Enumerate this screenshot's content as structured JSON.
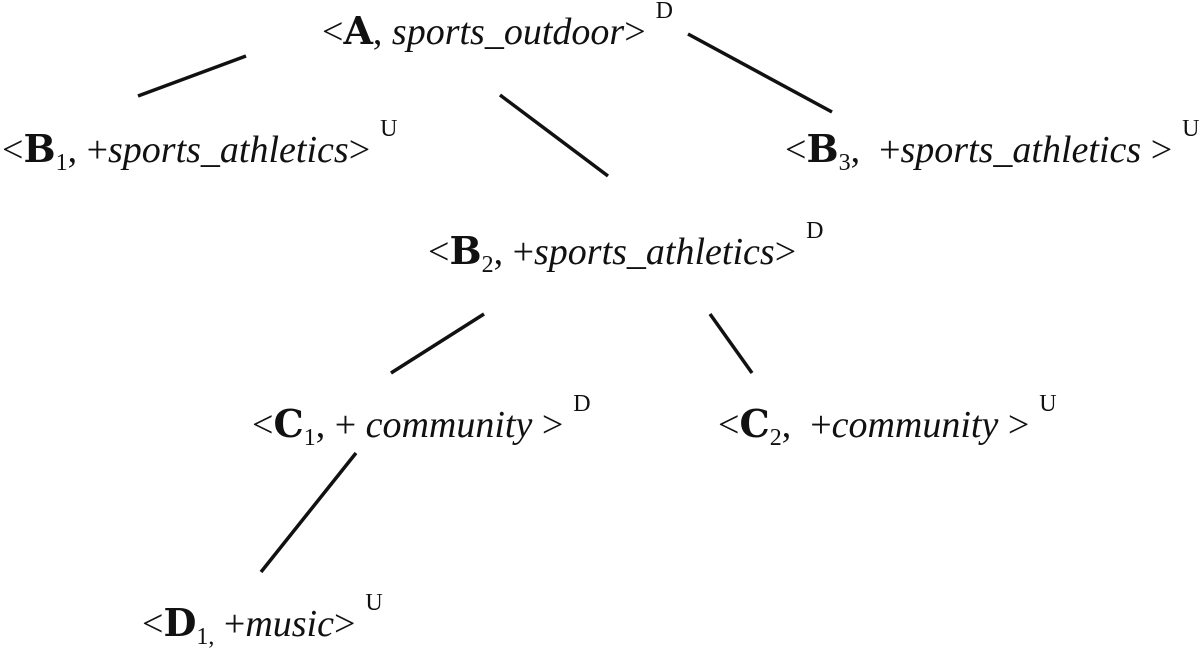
{
  "nodes": {
    "a": {
      "open": "<",
      "symbol": "A",
      "sub": "",
      "sep": ", ",
      "label": "sports_outdoor",
      "close": ">",
      "mark": "D"
    },
    "b1": {
      "open": "<",
      "symbol": "B",
      "sub": "1",
      "sep": ", +",
      "label": "sports_athletics",
      "close": ">",
      "mark": "U"
    },
    "b2": {
      "open": "<",
      "symbol": "B",
      "sub": "2",
      "sep": ", +",
      "label": "sports_athletics",
      "close": ">",
      "mark": "D"
    },
    "b3": {
      "open": "<",
      "symbol": "B",
      "sub": "3",
      "sep": ",  +",
      "label": "sports_athletics",
      "close": " >",
      "mark": "U"
    },
    "c1": {
      "open": "<",
      "symbol": "C",
      "sub": "1",
      "sep": ", + ",
      "label": "community",
      "close": " >",
      "mark": "D"
    },
    "c2": {
      "open": "<",
      "symbol": "C",
      "sub": "2",
      "sep": ",  +",
      "label": "community",
      "close": " >",
      "mark": "U"
    },
    "d1": {
      "open": "<",
      "symbol": "D",
      "sub": "1,",
      "sep": " +",
      "label": "music",
      "close": ">",
      "mark": "U"
    }
  },
  "colors": {
    "line": "#111111",
    "text": "#111111"
  }
}
